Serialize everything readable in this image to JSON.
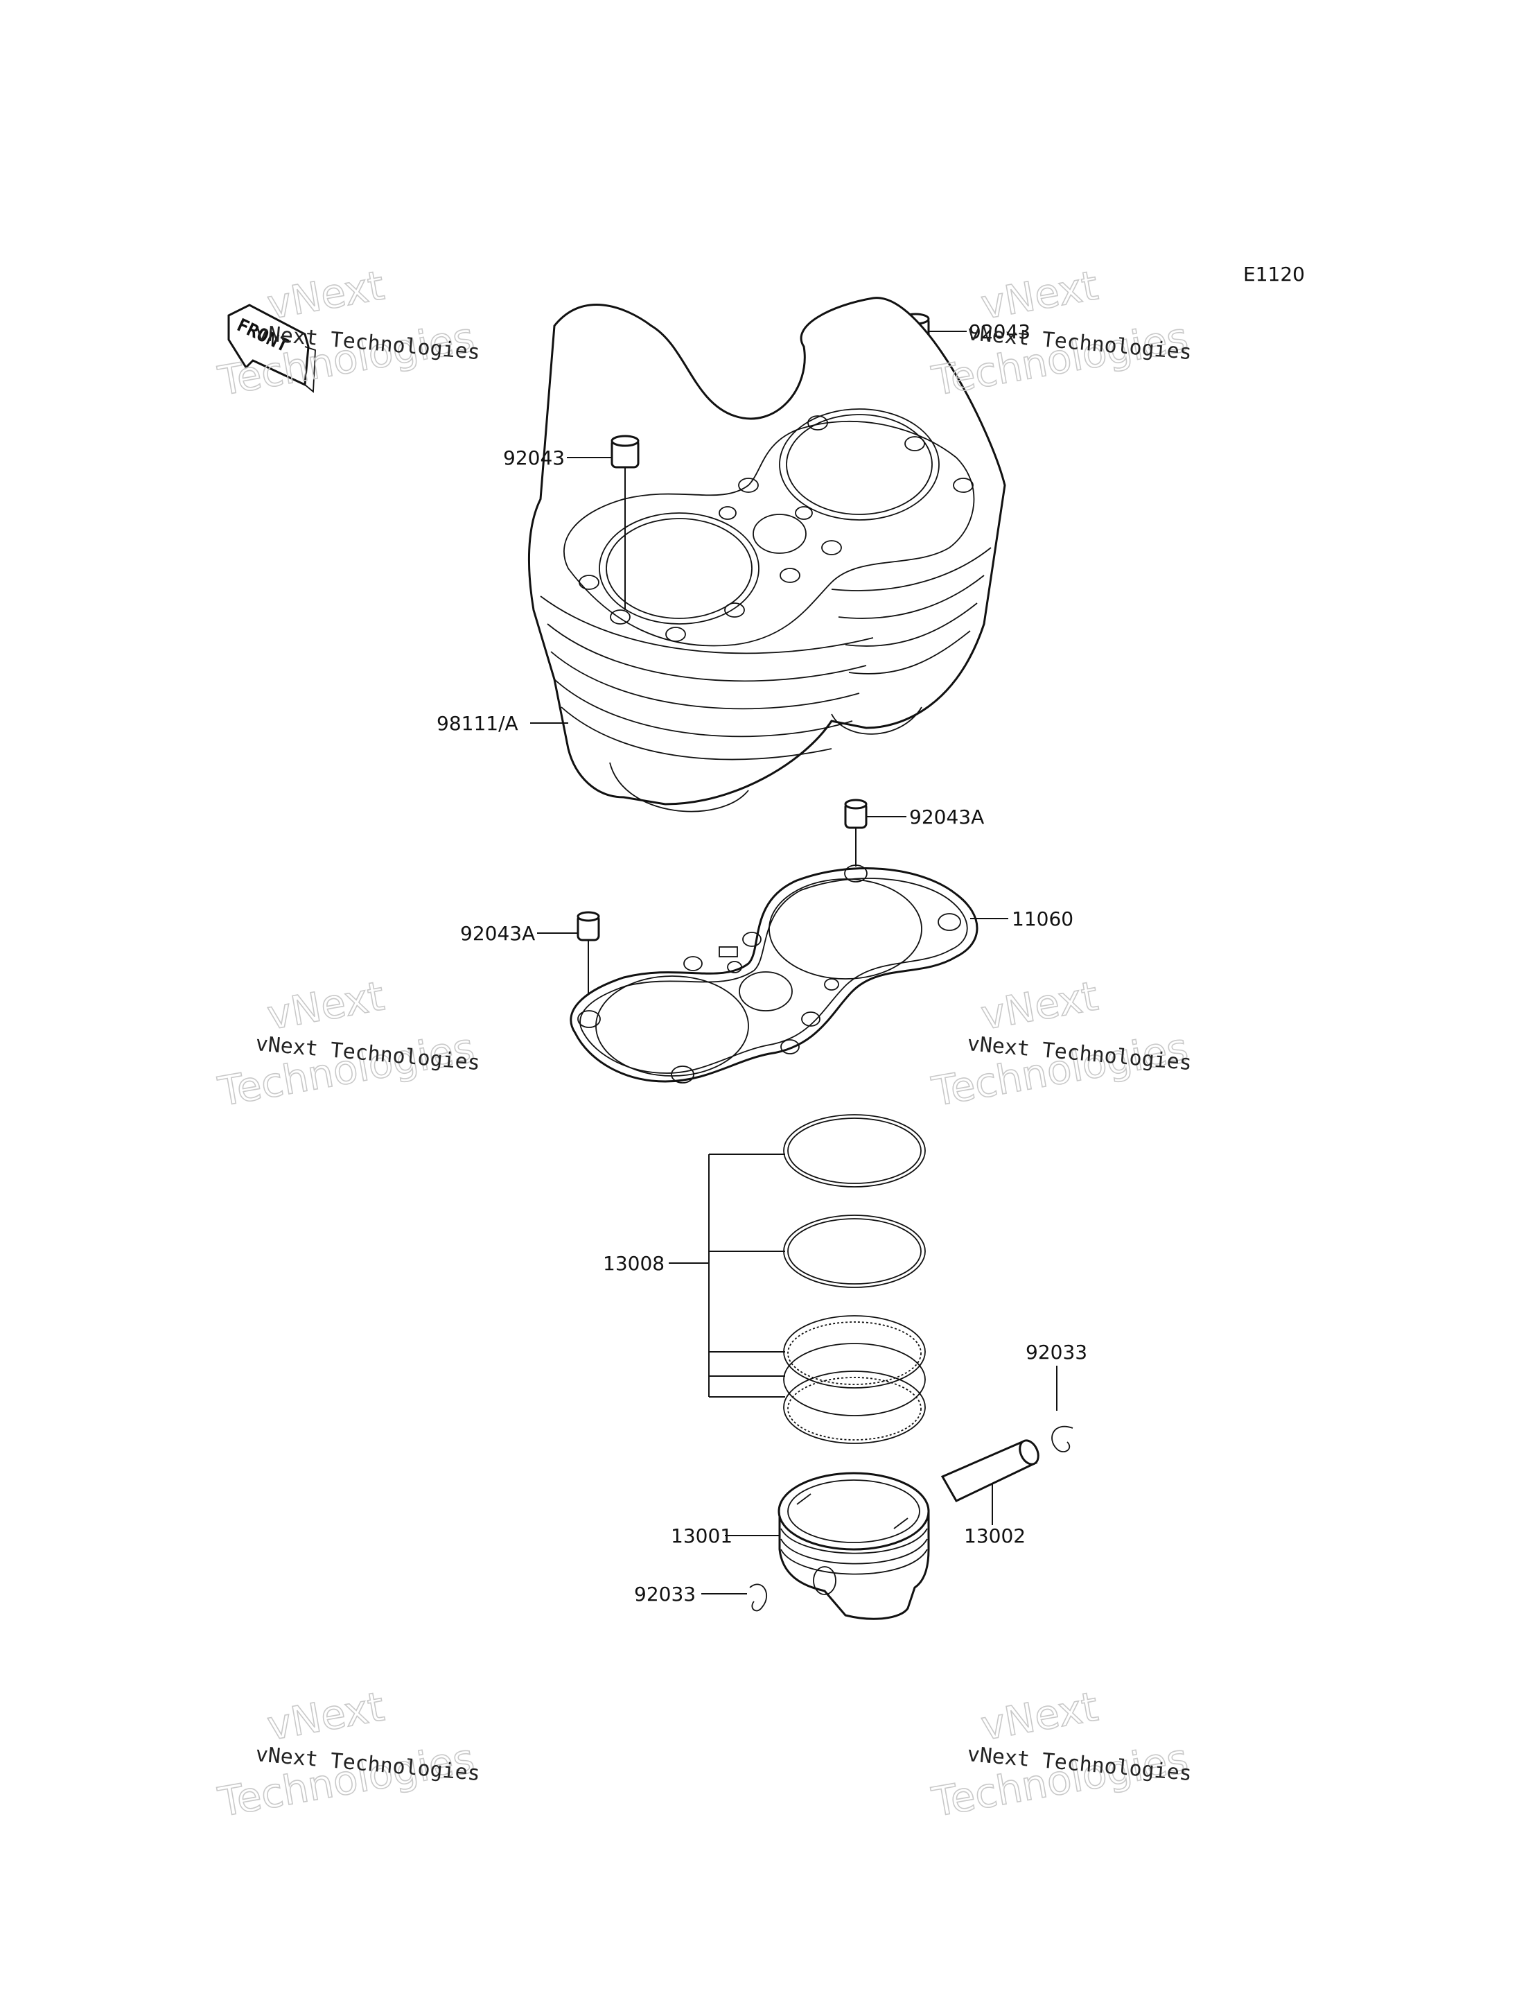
{
  "diagram": {
    "code": "E1120",
    "front_label": "FRONT",
    "watermark": {
      "line1": "vNext Technologies",
      "line2a": "vNext",
      "line2b": "Technologies"
    },
    "labels": {
      "dowel_top_right": "92043",
      "dowel_top_left": "92043",
      "cylinder": "98111/A",
      "dowel_gasket_right": "92043A",
      "dowel_gasket_left": "92043A",
      "gasket": "11060",
      "piston_rings": "13008",
      "circlip_right": "92033",
      "piston": "13001",
      "piston_pin": "13002",
      "circlip_left": "92033"
    }
  }
}
